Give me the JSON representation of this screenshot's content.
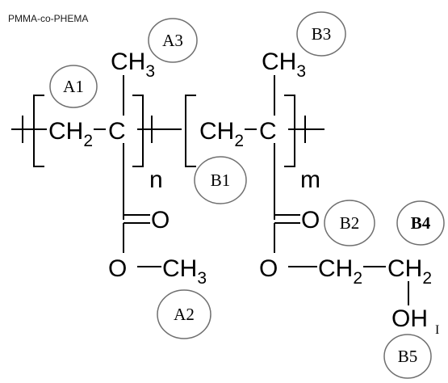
{
  "title": "PMMA-co-PHEMA",
  "atoms": {
    "ch3": "CH",
    "ch3_sub": "3",
    "ch2": "CH",
    "ch2_sub": "2",
    "c": "C",
    "o": "O",
    "oh": "OH"
  },
  "indices": {
    "n": "n",
    "m": "m"
  },
  "labels": {
    "A1": "A1",
    "A2": "A2",
    "A3": "A3",
    "B1": "B1",
    "B2": "B2",
    "B3": "B3",
    "B4": "B4",
    "B5": "B5"
  },
  "stray_mark": "I"
}
